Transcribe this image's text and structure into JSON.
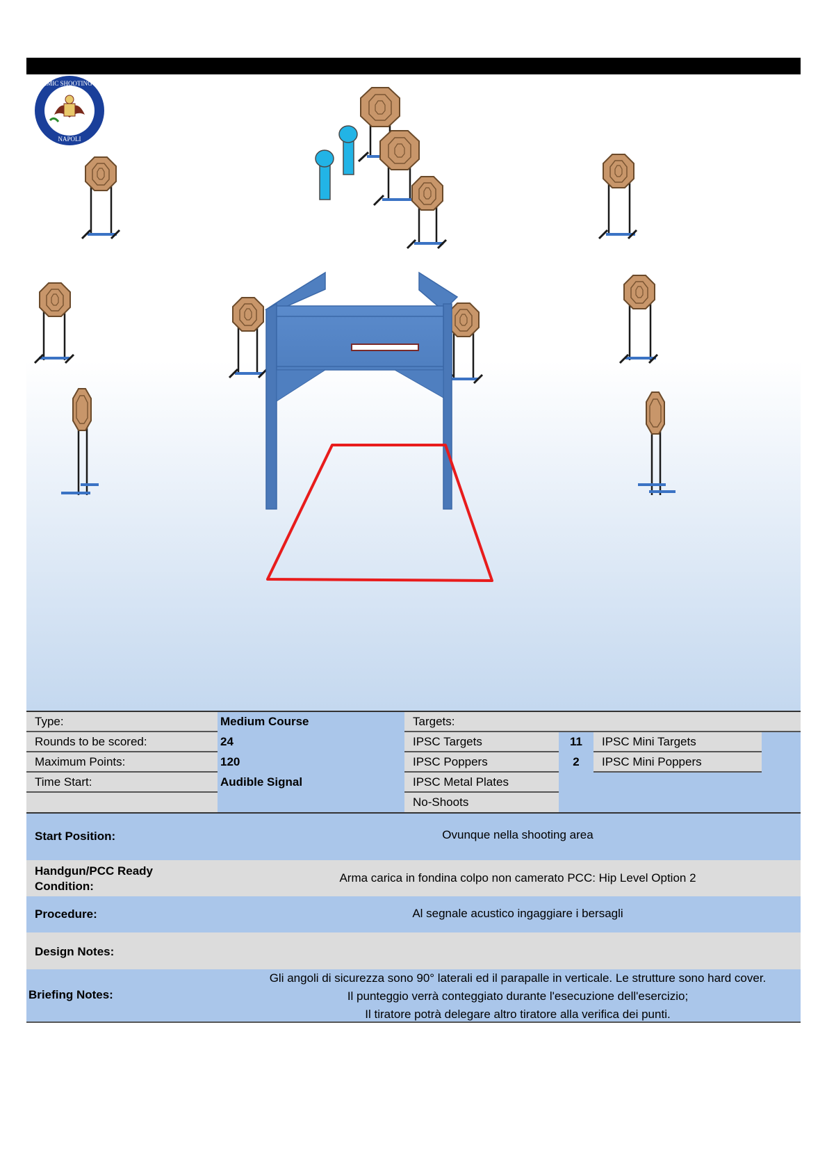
{
  "logo": {
    "text_top": "DYNAMIC SHOOTING CLUB",
    "text_bottom": "NAPOLI"
  },
  "info": {
    "type_label": "Type:",
    "type_value": "Medium Course",
    "rounds_label": "Rounds to be scored:",
    "rounds_value": "24",
    "maxpoints_label": "Maximum Points:",
    "maxpoints_value": "120",
    "timestart_label": "Time Start:",
    "timestart_value": "Audible Signal",
    "targets_label": "Targets:",
    "ipsc_targets_label": "IPSC Targets",
    "ipsc_targets_count": "11",
    "ipsc_mini_targets_label": "IPSC Mini Targets",
    "ipsc_poppers_label": "IPSC Poppers",
    "ipsc_poppers_count": "2",
    "ipsc_mini_poppers_label": "IPSC Mini Poppers",
    "ipsc_metal_plates_label": "IPSC Metal Plates",
    "no_shoots_label": "No-Shoots"
  },
  "details": {
    "start_position_label": "Start Position:",
    "start_position_value": "Ovunque nella shooting area",
    "ready_label_1": "Handgun/PCC Ready",
    "ready_label_2": "Condition:",
    "ready_value": "Arma carica in fondina colpo non camerato PCC: Hip Level Option 2",
    "procedure_label": "Procedure:",
    "procedure_value": "Al segnale acustico ingaggiare i bersagli",
    "design_label": "Design Notes:",
    "briefing_label": "Briefing Notes:",
    "briefing_line1": "Gli angoli di sicurezza sono 90° laterali ed il parapalle in verticale. Le strutture sono hard cover.",
    "briefing_line2": "Il punteggio verrà conteggiato durante l'esecuzione dell'esercizio;",
    "briefing_line3": "Il tiratore potrà delegare altro tiratore alla verifica dei punti."
  },
  "colors": {
    "target": "#c8966a",
    "popper": "#22b4e6",
    "wall": "#5b8bcc",
    "shooting_area": "#e81c1c",
    "row_blue": "#aac6ea",
    "row_grey": "#dcdcdc"
  }
}
